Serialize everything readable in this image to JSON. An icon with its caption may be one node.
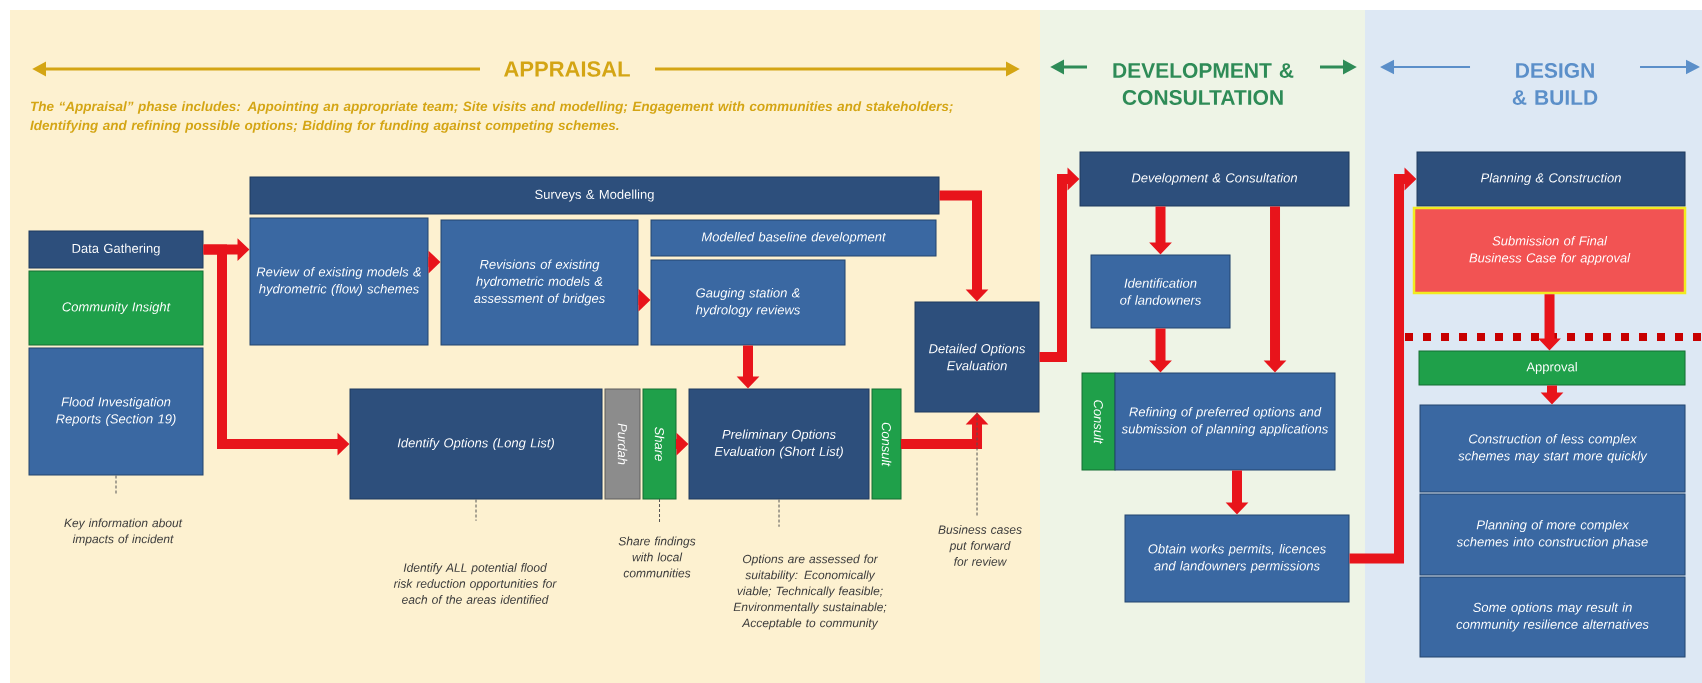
{
  "diagram": {
    "nodes": [
      {
        "text": [
          "Data Gathering"
        ]
      },
      {
        "text": [
          "Community Insight"
        ]
      },
      {
        "text": [
          "Flood Investigation Reports (Section 19)"
        ]
      },
      {
        "text": [
          "Surveys & Modelling"
        ]
      },
      {
        "text": [
          "Review of existing models & hydrometric (flow) schemes"
        ]
      },
      {
        "text": [
          "Revisions of existing hydrometric models & assessment of bridges"
        ]
      },
      {
        "text": [
          "Modelled baseline development"
        ]
      },
      {
        "text": [
          "Gauging station & hydrology reviews"
        ]
      },
      {
        "text": [
          "Identify Options (Long List)"
        ]
      },
      {
        "text": [
          "Purdah"
        ]
      },
      {
        "text": [
          "Share"
        ]
      },
      {
        "text": [
          "Preliminary Options Evaluation (Short List)"
        ]
      },
      {
        "text": [
          "Consult"
        ]
      },
      {
        "text": [
          "Detailed Options Evaluation"
        ]
      },
      {
        "text": [
          "Development & Consultation"
        ]
      },
      {
        "text": [
          "Identification of landowners"
        ]
      },
      {
        "text": [
          "Consult"
        ]
      },
      {
        "text": [
          "Refining of preferred options and submission of planning applications"
        ]
      },
      {
        "text": [
          "Obtain works permits, licences and landowners permissions"
        ]
      },
      {
        "text": [
          "Planning & Construction"
        ]
      },
      {
        "text": [
          "Submission of Final Business Case for approval"
        ]
      },
      {
        "text": [
          "Approval"
        ]
      },
      {
        "text": [
          "Construction of less complex schemes may start more quickly"
        ]
      },
      {
        "text": [
          "Planning of more complex schemes into construction phase"
        ]
      },
      {
        "text": [
          "Some options may result in community resilience alternatives"
        ]
      },
      {
        "text": [
          "Key information about impacts of incident"
        ]
      },
      {
        "text": [
          "Identify ALL potential flood risk reduction opportunities for each of the areas identified"
        ]
      },
      {
        "text": [
          "Share findings with local communities"
        ]
      },
      {
        "text": [
          "Options are assessed for suitability: Economically viable; Technically feasible; Environmentally sustainable; Acceptable to community"
        ]
      },
      {
        "text": [
          "Business cases put forward for review"
        ]
      }
    ],
    "edges": [
      {
        "from": 0,
        "to": 4,
        "arrow": "to"
      },
      {
        "from": 0,
        "to": 8,
        "arrow": "to"
      },
      {
        "from": 4,
        "to": 5,
        "arrow": "to"
      },
      {
        "from": 5,
        "to": 7,
        "arrow": "to"
      },
      {
        "from": 7,
        "to": 11,
        "arrow": "to"
      },
      {
        "from": 10,
        "to": 11,
        "arrow": "to"
      },
      {
        "from": 12,
        "to": 13,
        "arrow": "to"
      },
      {
        "from": 3,
        "to": 13,
        "arrow": "to"
      },
      {
        "from": 13,
        "to": 14,
        "arrow": "to"
      },
      {
        "from": 14,
        "to": 15,
        "arrow": "to"
      },
      {
        "from": 14,
        "to": 17,
        "arrow": "to"
      },
      {
        "from": 15,
        "to": 17,
        "arrow": "to"
      },
      {
        "from": 17,
        "to": 18,
        "arrow": "to"
      },
      {
        "from": 18,
        "to": 19,
        "arrow": "to"
      },
      {
        "from": 20,
        "to": 21,
        "arrow": "to"
      },
      {
        "from": 21,
        "to": 22,
        "arrow": "to"
      },
      {
        "from": 2,
        "to": 25,
        "arrow": "none",
        "style": "dashed",
        "color": "#555555"
      },
      {
        "from": 8,
        "to": 26,
        "arrow": "none",
        "style": "dashed",
        "color": "#555555"
      },
      {
        "from": 10,
        "to": 27,
        "arrow": "none",
        "style": "dashed",
        "color": "#555555"
      },
      {
        "from": 11,
        "to": 28,
        "arrow": "none",
        "style": "dashed",
        "color": "#555555"
      },
      {
        "from": 13,
        "to": 29,
        "arrow": "none",
        "style": "dashed",
        "color": "#555555"
      }
    ],
    "labels": [
      "APPRAISAL",
      "The “Appraisal” phase includes: Appointing an appropriate team; Site visits and modelling; Engagement with communities and stakeholders; Identifying and refining possible options; Bidding for funding against competing schemes.",
      "DEVELOPMENT & CONSULTATION",
      "DESIGN & BUILD"
    ]
  }
}
